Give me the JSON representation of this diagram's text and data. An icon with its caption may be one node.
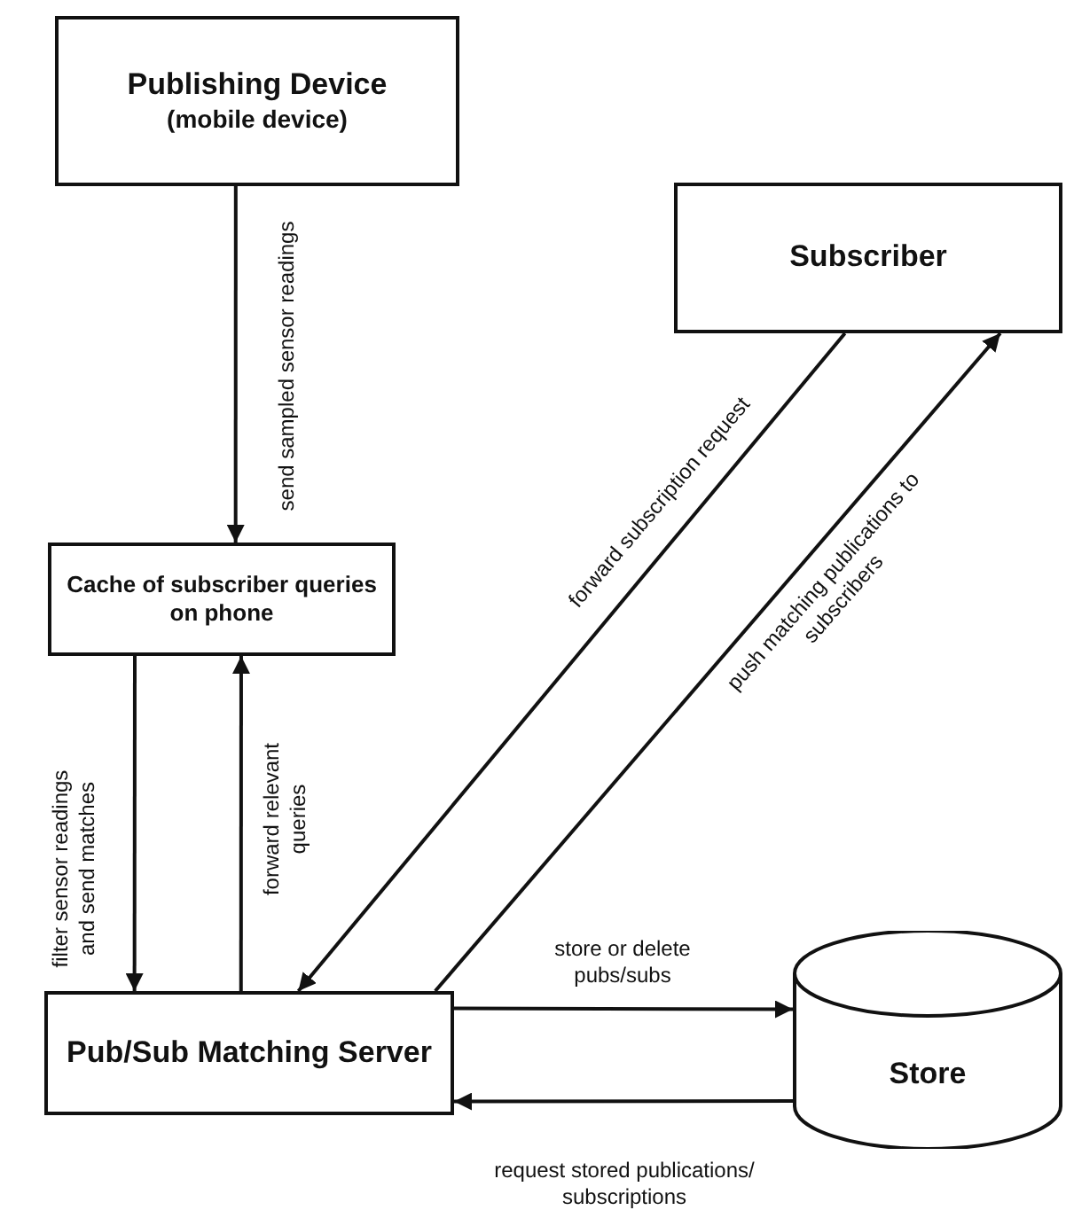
{
  "diagram": {
    "nodes": [
      {
        "text": [
          "Publishing Device",
          "(mobile device)"
        ]
      },
      {
        "text": [
          "Subscriber"
        ]
      },
      {
        "text": [
          "Cache of  subscriber queries on phone"
        ]
      },
      {
        "text": [
          "Pub/Sub Matching Server"
        ]
      },
      {
        "text": [
          "Store"
        ]
      }
    ],
    "edges": [
      {
        "from": 0,
        "to": 2,
        "arrow": "to",
        "label": "send sampled sensor readings"
      },
      {
        "from": 2,
        "to": 3,
        "arrow": "to",
        "label": "filter sensor readings and send matches"
      },
      {
        "from": 3,
        "to": 2,
        "arrow": "to",
        "label": "forward relevant queries"
      },
      {
        "from": 1,
        "to": 3,
        "arrow": "to",
        "label": "forward subscription request"
      },
      {
        "from": 3,
        "to": 1,
        "arrow": "to",
        "label": "push matching publications to subscribers"
      },
      {
        "from": 3,
        "to": 4,
        "arrow": "to",
        "label": "store or delete pubs/subs"
      },
      {
        "from": 4,
        "to": 3,
        "arrow": "to",
        "label": "request stored publications/ subscriptions"
      }
    ]
  }
}
